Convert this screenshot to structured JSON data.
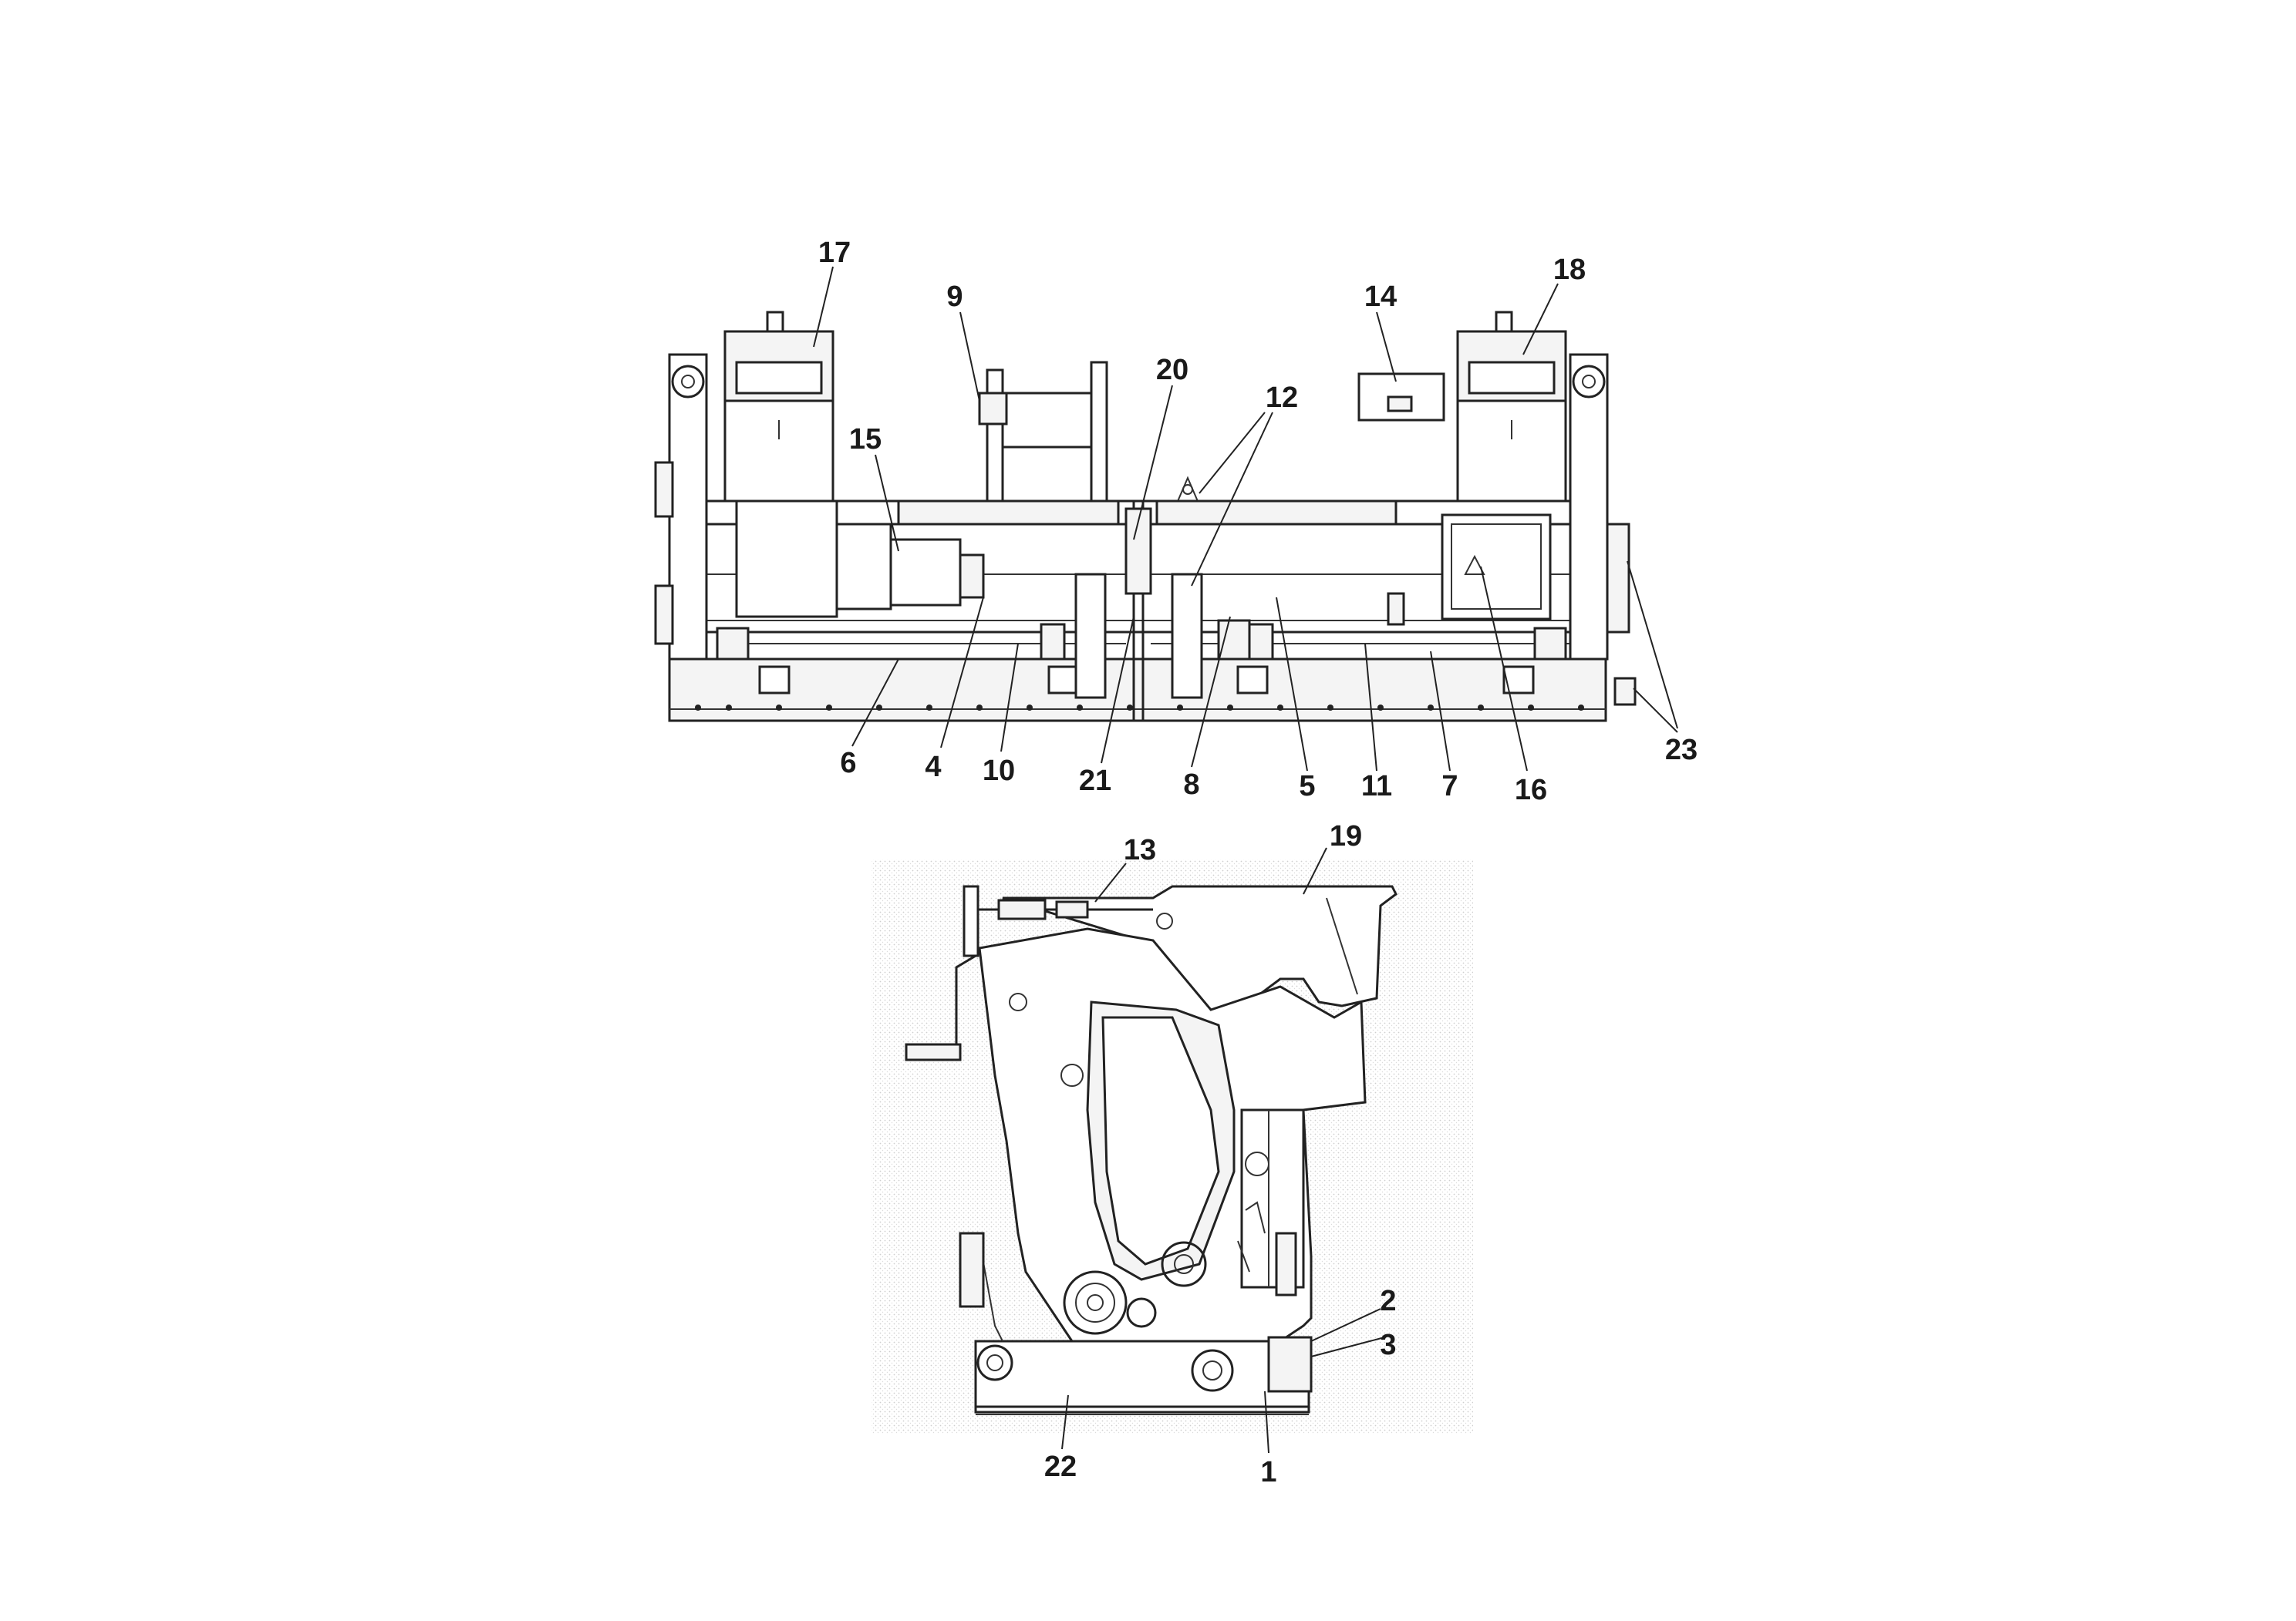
{
  "top_view": {
    "callouts": [
      "17",
      "9",
      "20",
      "12",
      "14",
      "18",
      "15",
      "6",
      "4",
      "10",
      "21",
      "8",
      "5",
      "11",
      "7",
      "16",
      "23"
    ]
  },
  "side_view": {
    "callouts": [
      "13",
      "19",
      "2",
      "3",
      "22",
      "1"
    ]
  }
}
